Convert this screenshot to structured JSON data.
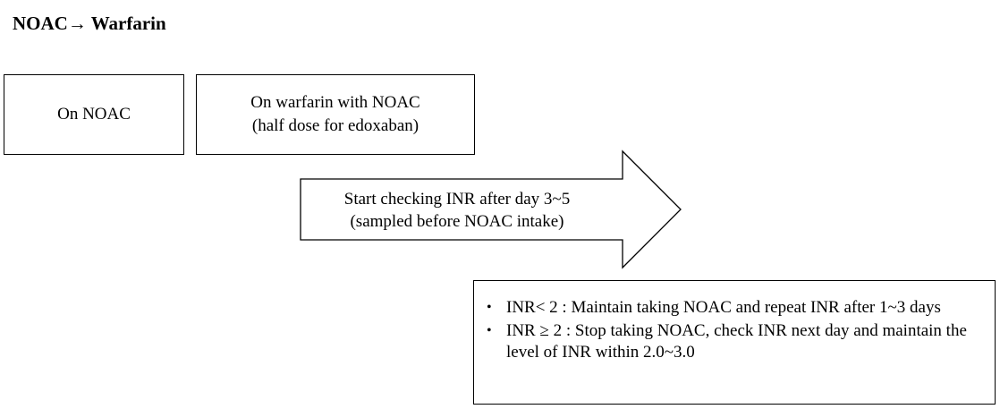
{
  "title": "NOAC→ Warfarin",
  "boxes": {
    "on_noac": "On NOAC",
    "on_warfarin_line1": "On warfarin with NOAC",
    "on_warfarin_line2": "(half dose for edoxaban)"
  },
  "arrow": {
    "line1": "Start checking INR after day 3~5",
    "line2": "(sampled before NOAC intake)"
  },
  "criteria": {
    "bullet_glyph": "•",
    "items": [
      "INR< 2 :  Maintain taking NOAC and repeat INR after 1~3 days",
      "INR ≥ 2 : Stop taking NOAC, check INR next day and maintain the level of INR within 2.0~3.0"
    ]
  }
}
